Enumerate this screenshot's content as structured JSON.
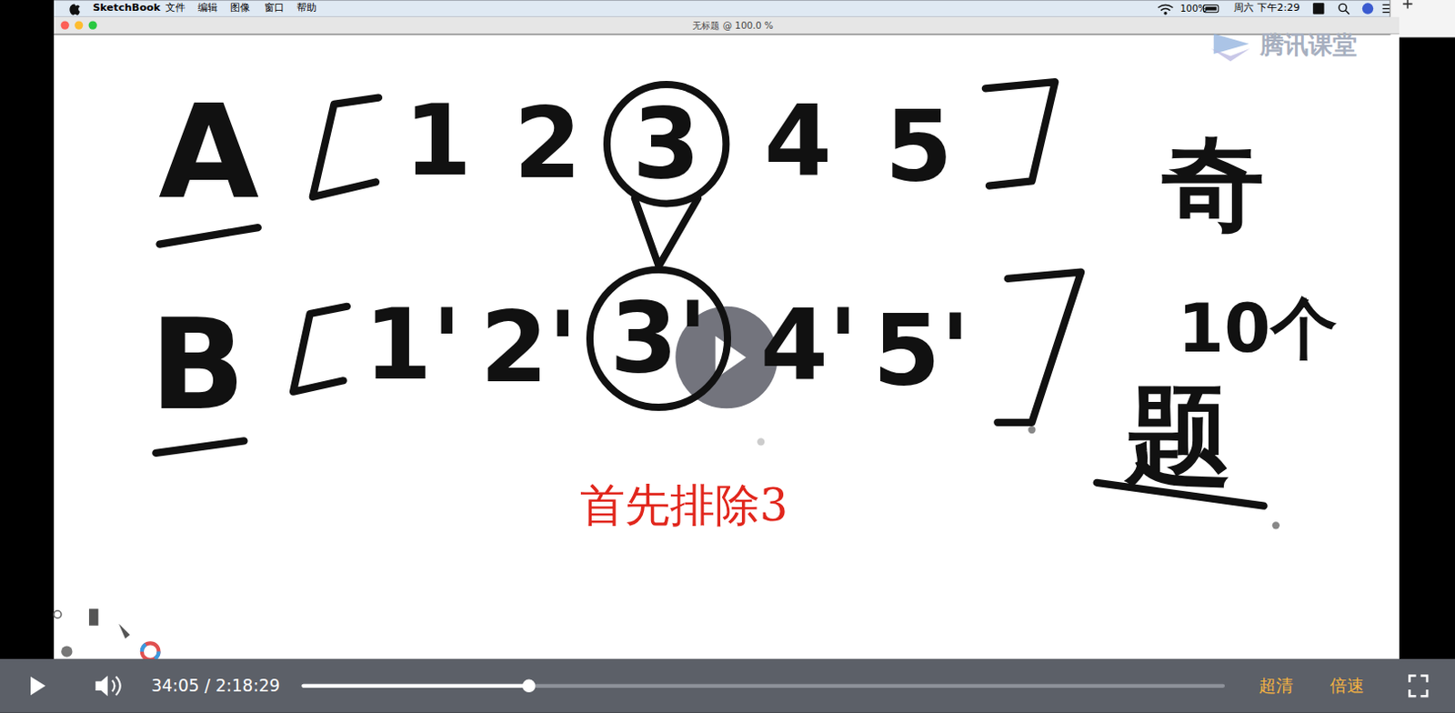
{
  "diagram": {
    "nodes": [
      {
        "text": [
          "3"
        ]
      },
      {
        "text": [
          "3'"
        ]
      }
    ],
    "edges": [
      {
        "from": 0,
        "to": 1,
        "arrow": "none"
      }
    ],
    "labels": [
      "SketchBook",
      "文件",
      "编辑",
      "图像",
      "窗口",
      "帮助",
      "100%",
      "周六 下午2:29",
      "无标题 @ 100.0 %",
      "腾讯课堂",
      "A",
      "1",
      "2",
      "4",
      "5",
      "奇",
      "B",
      "1'",
      "2'",
      "4'",
      "5'",
      "10个",
      "题",
      "首先排除3",
      "34:05 / 2:18:29",
      "超清",
      "倍速"
    ]
  }
}
